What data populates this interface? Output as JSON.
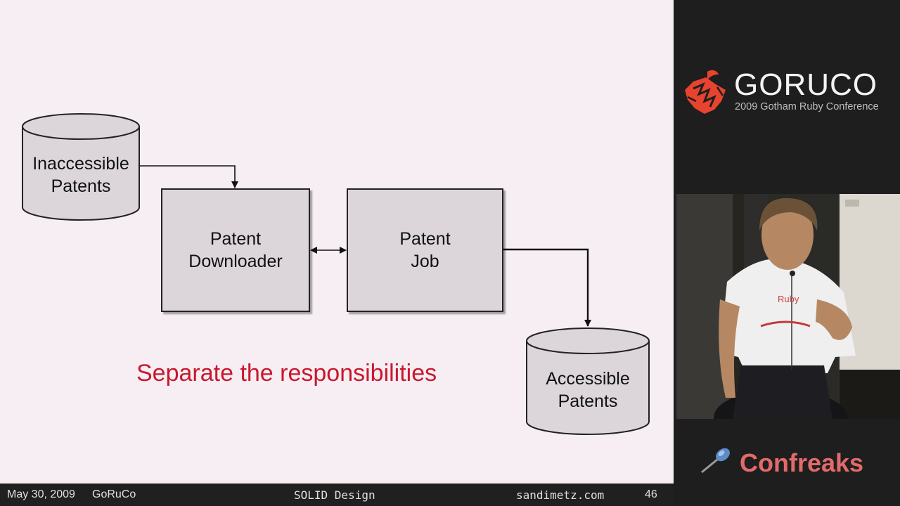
{
  "slide": {
    "db_inaccessible": "Inaccessible\nPatents",
    "box_downloader": "Patent\nDownloader",
    "box_job": "Patent\nJob",
    "db_accessible": "Accessible\nPatents",
    "tagline": "Separate the responsibilities"
  },
  "footer": {
    "date": "May 30, 2009",
    "event": "GoRuCo",
    "title": "SOLID Design",
    "site": "sandimetz.com",
    "page": "46"
  },
  "sidebar": {
    "brand": "GORUCO",
    "brand_sub": "2009 Gotham Ruby Conference",
    "shirt_text": "Ruby",
    "watermark": "Confreaks"
  },
  "colors": {
    "tagline": "#c8182e",
    "brand_red": "#e8432e",
    "confreaks": "#e36a6a"
  }
}
